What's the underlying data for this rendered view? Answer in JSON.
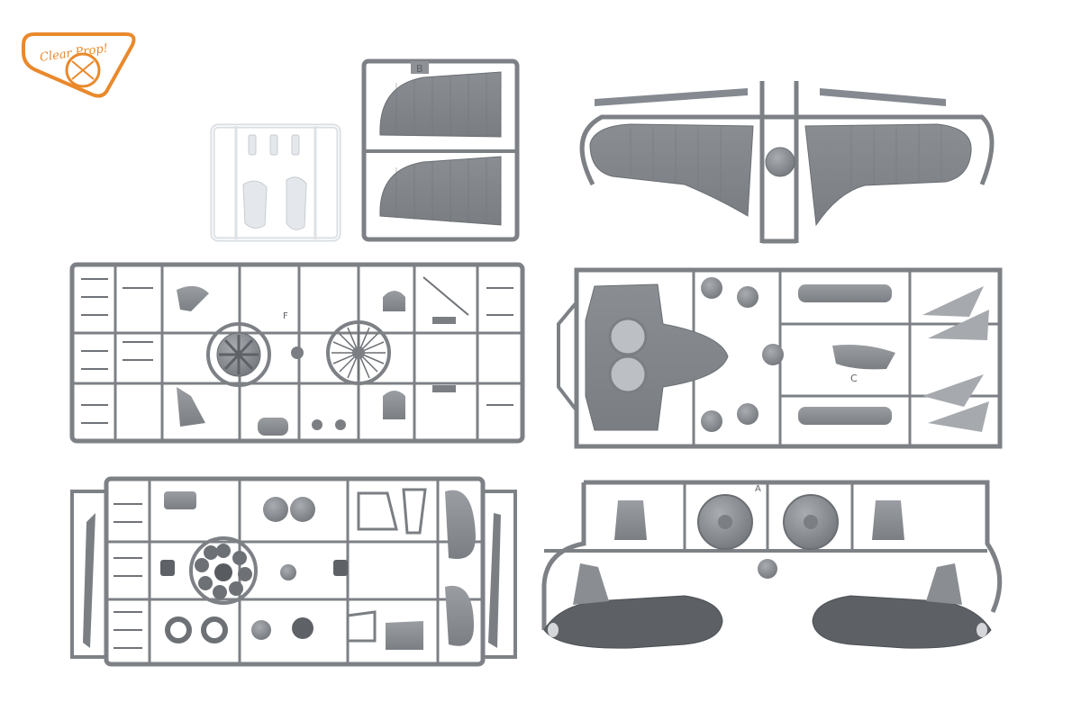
{
  "logo": {
    "text": "Clear Prop!"
  },
  "sprue_letters": {
    "B": "B",
    "F": "F",
    "C": "C",
    "A": "A"
  },
  "colors": {
    "plastic": "#8e9196",
    "plastic_dark": "#6f7378",
    "plastic_light": "#a8abb0",
    "clear": "#eef1f4",
    "logo_orange": "#e9892c",
    "background": "#ffffff"
  }
}
